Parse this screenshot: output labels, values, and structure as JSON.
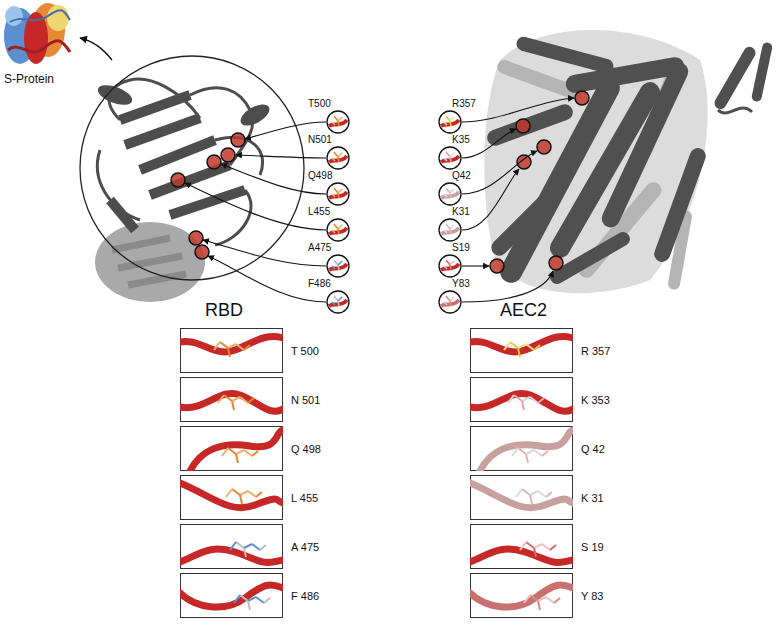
{
  "diagram": {
    "nodes": [
      {
        "text": [
          "T500"
        ]
      },
      {
        "text": [
          "N501"
        ]
      },
      {
        "text": [
          "Q498"
        ]
      },
      {
        "text": [
          "L455"
        ]
      },
      {
        "text": [
          "A475"
        ]
      },
      {
        "text": [
          "F486"
        ]
      },
      {
        "text": [
          "R357"
        ]
      },
      {
        "text": [
          "K35"
        ]
      },
      {
        "text": [
          "Q42"
        ]
      },
      {
        "text": [
          "K31"
        ]
      },
      {
        "text": [
          "S19"
        ]
      },
      {
        "text": [
          "Y83"
        ]
      },
      {
        "text": [
          "T 500"
        ]
      },
      {
        "text": [
          "N 501"
        ]
      },
      {
        "text": [
          "Q 498"
        ]
      },
      {
        "text": [
          "L 455"
        ]
      },
      {
        "text": [
          "A 475"
        ]
      },
      {
        "text": [
          "F 486"
        ]
      },
      {
        "text": [
          "R 357"
        ]
      },
      {
        "text": [
          "K 353"
        ]
      },
      {
        "text": [
          "Q 42"
        ]
      },
      {
        "text": [
          "K 31"
        ]
      },
      {
        "text": [
          "S 19"
        ]
      },
      {
        "text": [
          "Y 83"
        ]
      }
    ],
    "labels": [
      "S-Protein",
      "RBD",
      "AEC2"
    ]
  }
}
